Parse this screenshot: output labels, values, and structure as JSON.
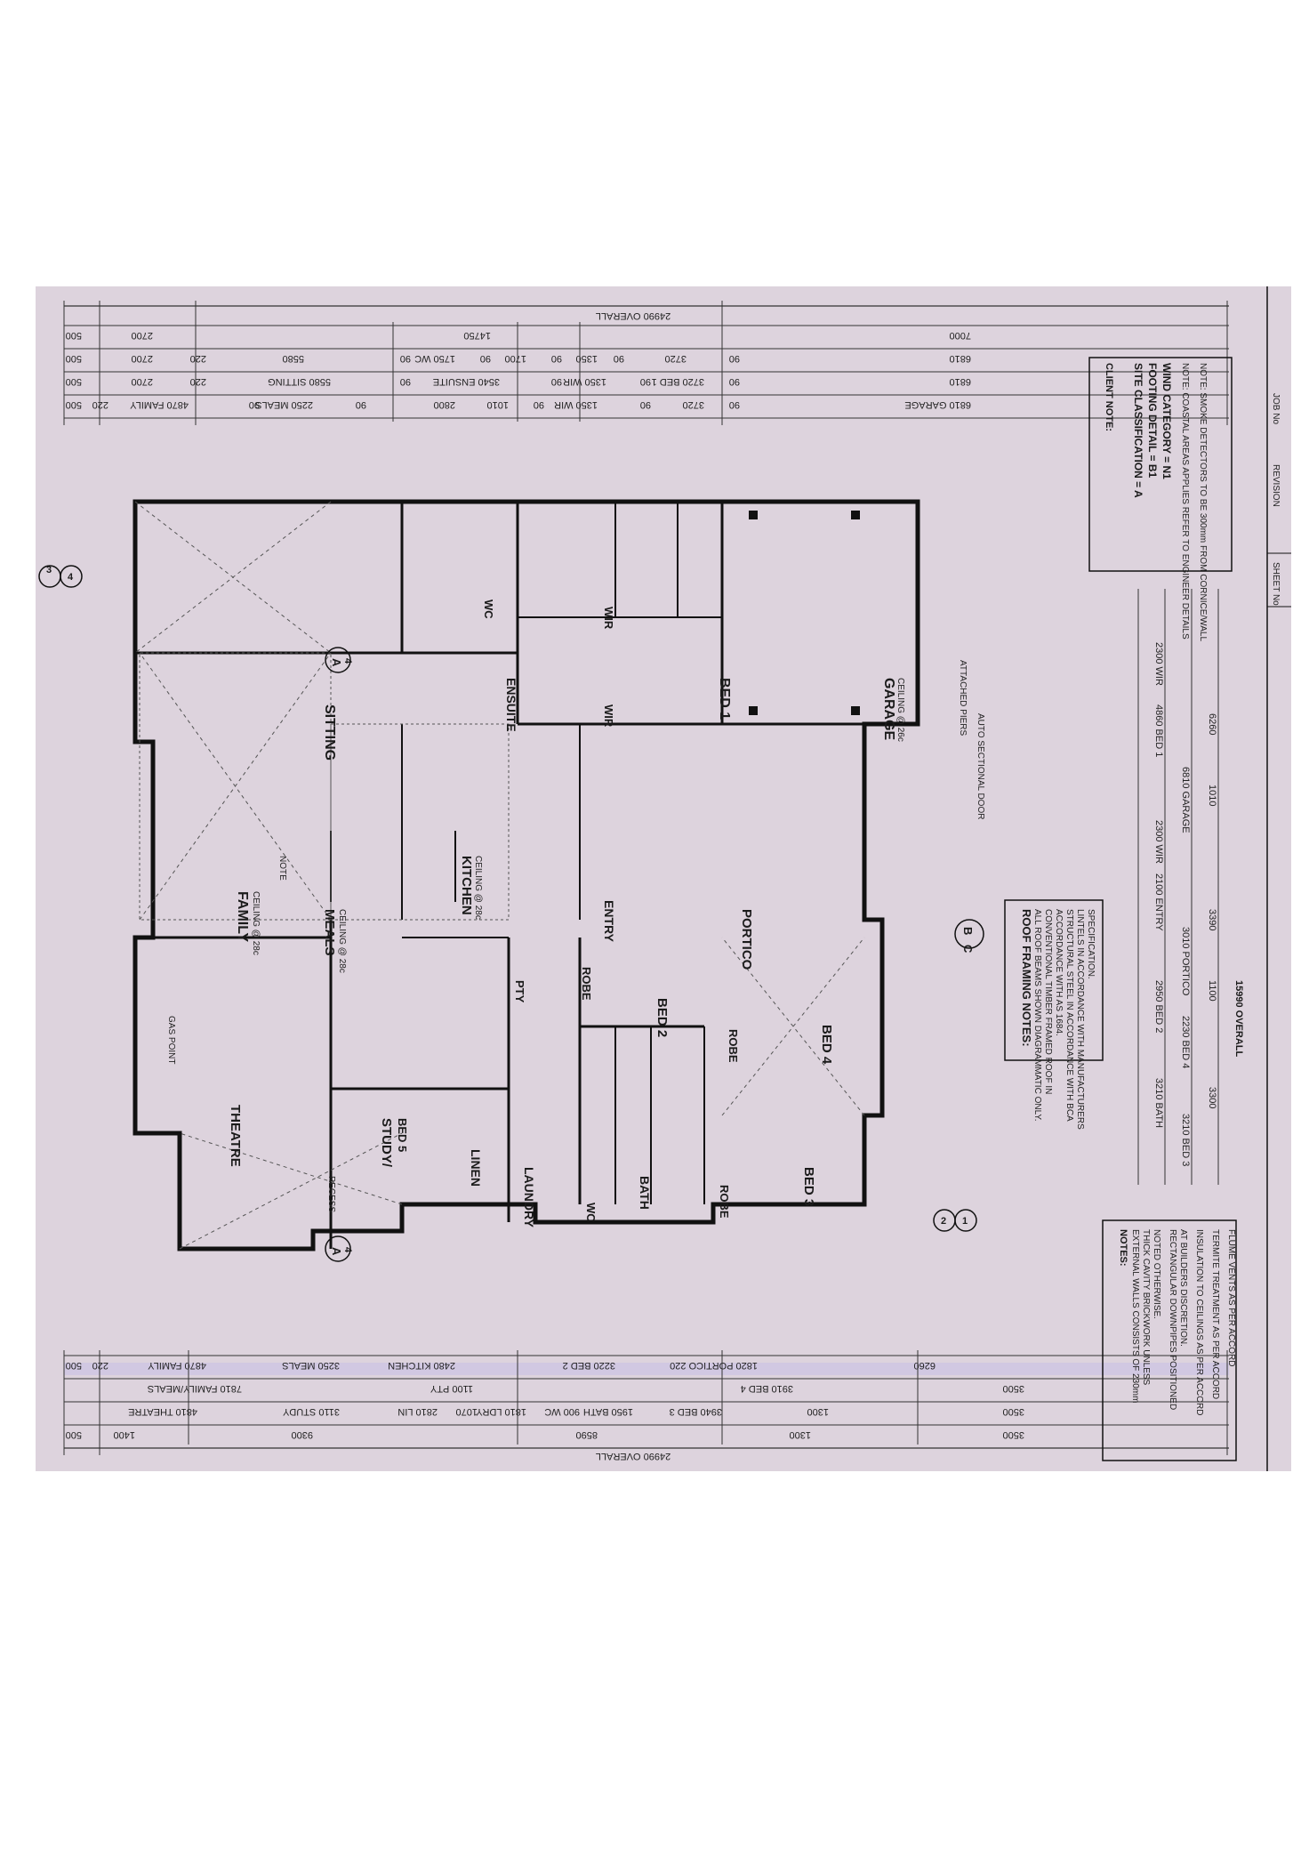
{
  "dims": {
    "overall_top": "24990 OVERALL",
    "overall_bottom": "24990 OVERALL",
    "overall_width": "15990 OVERALL",
    "top_row1": [
      "500",
      "2700",
      "14750",
      "7000"
    ],
    "top_row2": [
      "500",
      "2700",
      "220",
      "5580",
      "90",
      "1750 WC",
      "90",
      "1700",
      "90",
      "1350",
      "90",
      "3720",
      "90",
      "6810"
    ],
    "top_row3": [
      "500",
      "2700",
      "220",
      "5580 SITTING",
      "90",
      "3540 ENSUITE",
      "90",
      "1350 WIR",
      "90",
      "3720 BED 1",
      "90",
      "6810"
    ],
    "top_row4": [
      "500",
      "220",
      "4870 FAMILY",
      "90",
      "2250 MEALS",
      "90",
      "2800",
      "1010",
      "90",
      "1350 WIR",
      "90",
      "3720",
      "90",
      "6810 GARAGE"
    ],
    "bottom_row1": [
      "500",
      "220",
      "4870 FAMILY",
      "3250 MEALS",
      "2480 KITCHEN",
      "3220 BED 2",
      "1820 PORTICO 220",
      "6260"
    ],
    "bottom_row2": [
      "7810 FAMILY/MEALS",
      "1100 PTY",
      "3910 BED 4",
      "3500"
    ],
    "bottom_row3": [
      "4810 THEATRE",
      "3110 STUDY",
      "2810 LIN",
      "1070",
      "1810 LDRY",
      "900 WC",
      "1950 BATH",
      "3940 BED 3",
      "1300",
      "3500"
    ],
    "bottom_row4": [
      "500",
      "1400",
      "9300",
      "8590",
      "1300",
      "3500"
    ]
  },
  "rooms": {
    "sitting": "SITTING",
    "ensuite": "ENSUITE",
    "wc_top": "WC",
    "wir1": "WIR",
    "wir2": "WIR",
    "bed1": "BED 1",
    "garage": "GARAGE",
    "family": "FAMILY",
    "meals": "MEALS",
    "kitchen": "KITCHEN",
    "pty": "PTY",
    "robe_bed2": "ROBE",
    "bed2": "BED 2",
    "entry": "ENTRY",
    "portico": "PORTICO",
    "robe_bed4": "ROBE",
    "bed4": "BED 4",
    "theatre": "THEATRE",
    "study": "STUDY/",
    "study_sub": "BED 5",
    "linen": "LINEN",
    "laundry": "LAUNDRY",
    "wc_bottom": "WC",
    "bath": "BATH",
    "robe_bed3": "ROBE",
    "bed3": "BED 3"
  },
  "callouts": {
    "family_ceiling": "CEILING @ 28c",
    "meals_ceiling": "CEILING @ 28c",
    "kitchen_ceiling": "CEILING @ 28c",
    "garage_ceiling": "CEILING @ 26c",
    "attached_piers": "ATTACHED PIERS",
    "auto_door": "AUTO SECTIONAL DOOR",
    "gas_point": "GAS POINT",
    "recess": "RECESS",
    "note": "NOTE"
  },
  "site": {
    "client_note_title": "CLIENT NOTE:",
    "classification": "SITE CLASSIFICATION = A",
    "footing": "FOOTING DETAIL        = B1",
    "wind": "WIND CATEGORY          = N1",
    "note1": "NOTE: COASTAL AREAS APPLIES REFER TO ENGINEER DETAILS",
    "note2": "NOTE: SMOKE DETECTORS TO BE 300mm FROM CORNICE/WALL"
  },
  "roof": {
    "title": "ROOF FRAMING NOTES:",
    "lines": [
      "ALL ROOF BEAMS SHOWN DIAGRAMMATIC ONLY.",
      "CONVENTIONAL TIMBER FRAMED ROOF IN",
      "ACCORDANCE WITH AS 1684.",
      "STRUCTURAL STEEL IN ACCORDANCE WITH BCA",
      "LINTELS IN ACCORDANCE WITH MANUFACTURERS",
      "SPECIFICATION."
    ]
  },
  "rooms_strip": {
    "labels": [
      "2300 WIR",
      "4860 BED 1",
      "6810 GARAGE",
      "2300 WIR",
      "2100 ENTRY",
      "3010 PORTICO",
      "2950 BED 2",
      "2230 BED 4",
      "3210 BATH",
      "3210 BED 3"
    ],
    "totals": [
      "1010",
      "3390",
      "1100",
      "3300",
      "6260"
    ]
  },
  "notes_block": {
    "title": "NOTES:",
    "lines": [
      "EXTERNAL WALLS CONSISTS OF 230mm",
      "THICK CAVITY BRICKWORK UNLESS",
      "NOTED OTHERWISE.",
      "RECTANGULAR DOWNPIPES POSITIONED",
      "AT BUILDERS DISCRETION.",
      "INSULATION TO CEILINGS AS PER ACCORD",
      "TERMITE TREATMENT AS PER ACCORD",
      "FLUME VENTS AS PER ACCORD"
    ]
  },
  "markers": {
    "section_a": "A",
    "section_a_num": "4",
    "section_b": "B",
    "section_c": "C",
    "num_3": "3",
    "num_4": "4",
    "num_2": "2",
    "num_1": "1"
  },
  "titleblock": {
    "sheet": "SHEET No",
    "revision": "REVISION",
    "job": "JOB No"
  }
}
